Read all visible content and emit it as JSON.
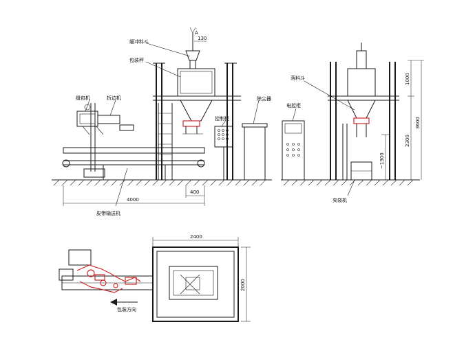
{
  "labels": {
    "surge_hopper": "缓冲料斗",
    "weigher": "包装秤",
    "bag_sewer": "缝包机",
    "folding_machine": "折边机",
    "ctrl_cabinet_side": "控制柜",
    "dust_collector": "除尘器",
    "feed_hopper": "落料斗",
    "control_panel": "电控柜",
    "bag_clamp": "夹袋机",
    "belt_conveyor": "皮带输送机",
    "bag_direction": "包装方向"
  },
  "dimensions": {
    "feed_a": "A",
    "inlet_width": "130",
    "conveyor_length": "4000",
    "offset": "400",
    "height_top": "1000",
    "height_mid": "2300",
    "height_total": "3600",
    "height_bottom": "~1300",
    "plan_width": "2400",
    "plan_depth": "2000"
  },
  "colors": {
    "line": "#1a1a1a",
    "accent": "#cc2a2a"
  }
}
